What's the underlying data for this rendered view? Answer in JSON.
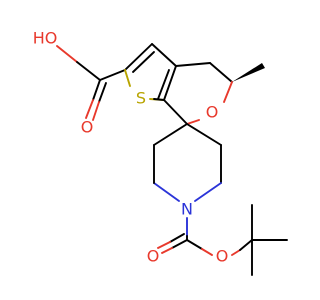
{
  "atoms": {
    "hydroxyl": {
      "label": "HO",
      "color": "#e8392c"
    },
    "carbonyl_acid": {
      "label": "O",
      "color": "#e8392c"
    },
    "sulfur": {
      "label": "S",
      "color": "#b8a400"
    },
    "ring_oxygen": {
      "label": "O",
      "color": "#e8392c"
    },
    "nitrogen": {
      "label": "N",
      "color": "#2b34d8"
    },
    "carbonyl_boc": {
      "label": "O",
      "color": "#e8392c"
    },
    "ester_oxygen": {
      "label": "O",
      "color": "#e8392c"
    }
  }
}
